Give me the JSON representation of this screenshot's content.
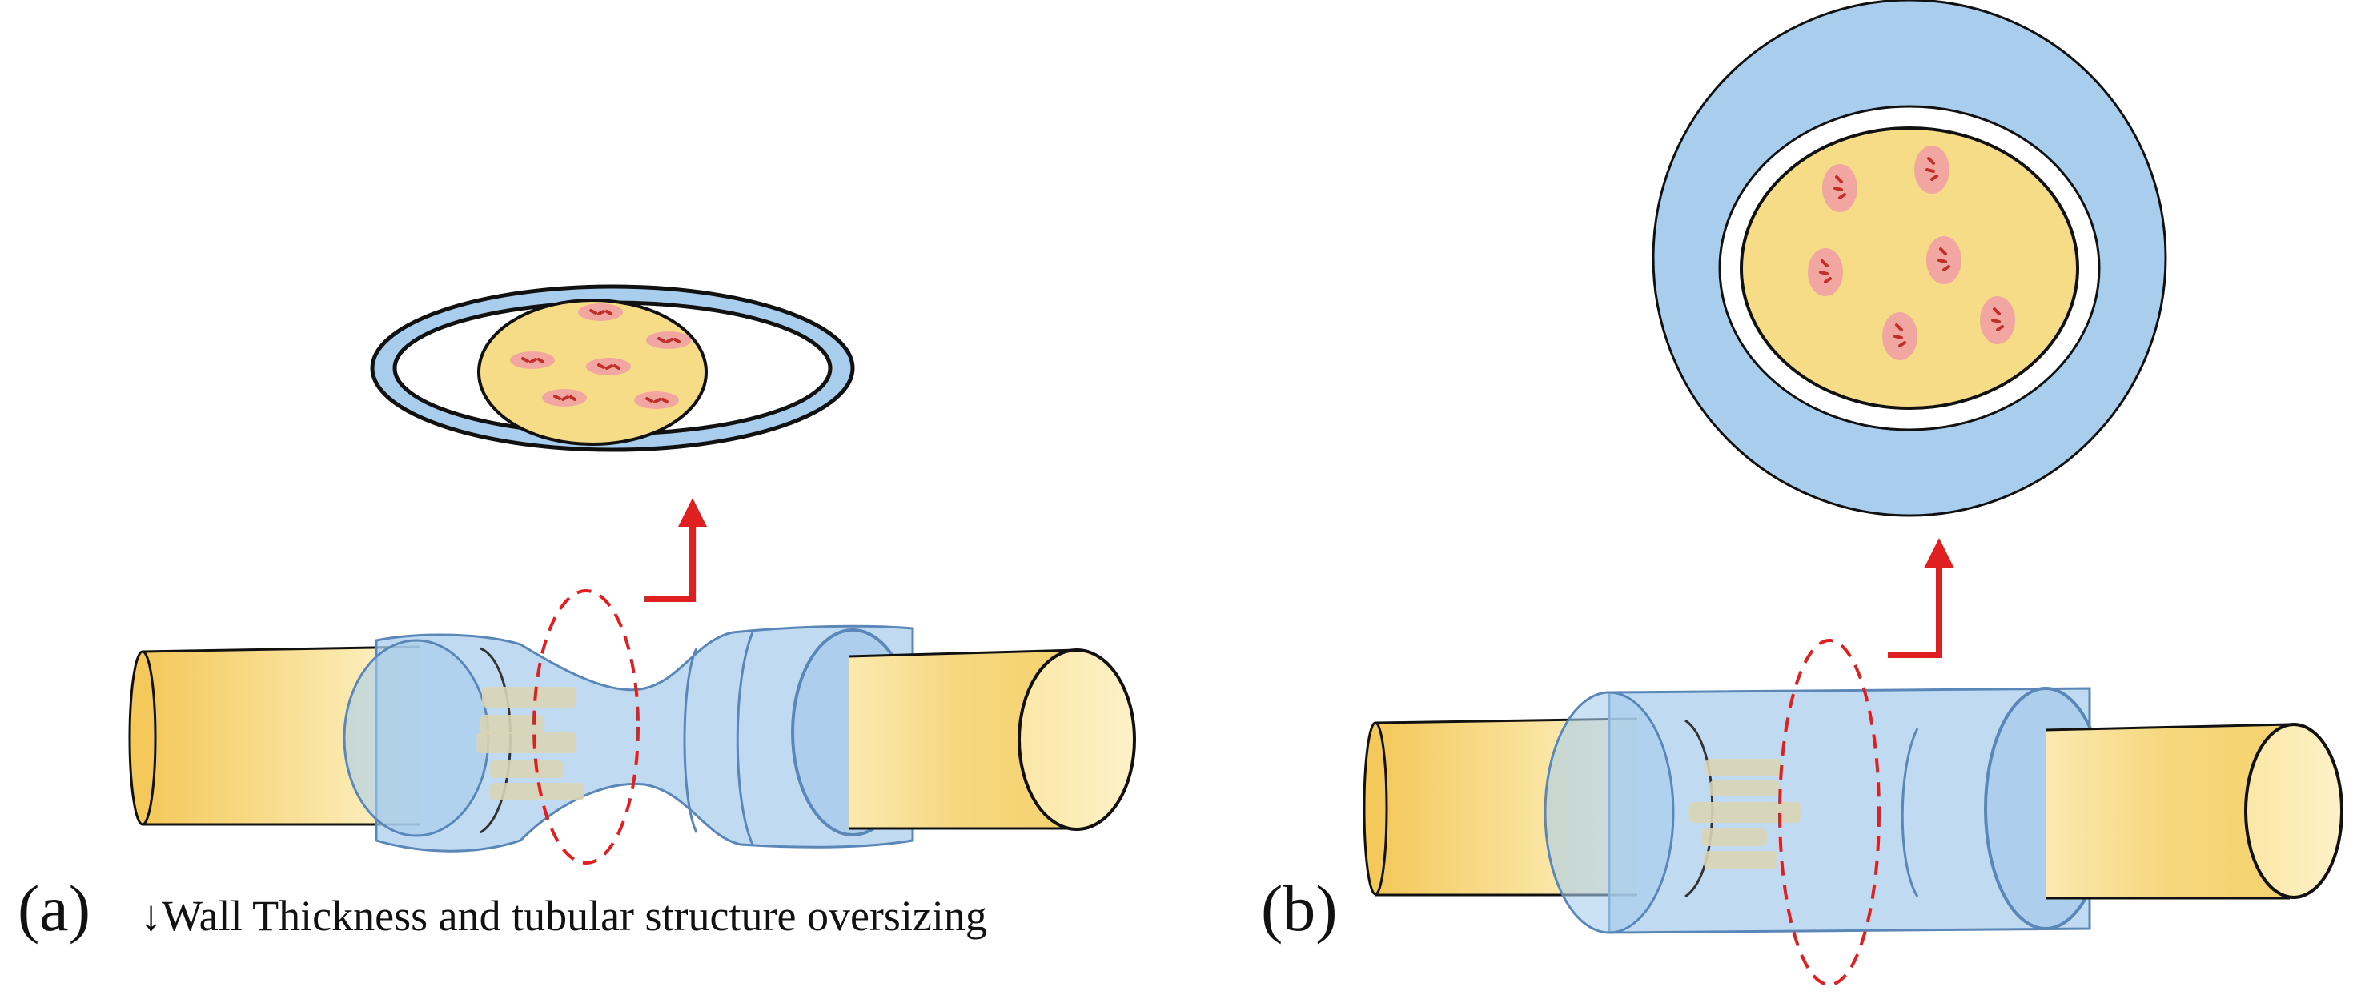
{
  "panels": [
    {
      "label": "(a)",
      "caption": "↓Wall Thickness and tubular structure oversizing"
    },
    {
      "label": "(b)",
      "caption": ""
    }
  ],
  "colors": {
    "conduit_blue": "#a9cdec",
    "conduit_stroke": "#5b87b8",
    "nerve_yellow": "#f7dc87",
    "nerve_yellow_light": "#fdf1c8",
    "fascicle_pink": "#f2a6a1",
    "axon_red": "#c0302a",
    "arrow_red": "#e02020",
    "regen_fiber": "#d9d4b5",
    "background": "#ffffff"
  },
  "icons": [
    "down-arrow-icon"
  ]
}
